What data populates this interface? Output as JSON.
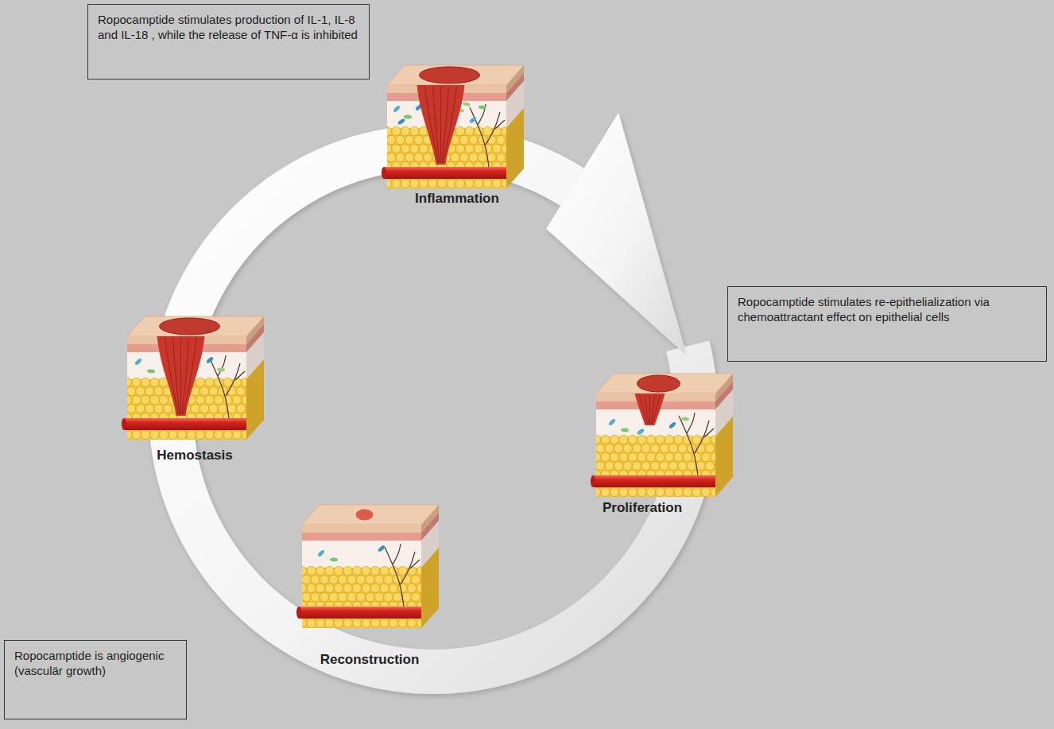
{
  "diagram": {
    "nodes": [
      {
        "text": [
          "Ropocamptide stimulates production of IL-1, IL-8 and IL-18 , while the release of TNF-α is inhibited"
        ]
      },
      {
        "text": [
          "Ropocamptide stimulates re-epithelialization via chemoattractant effect on epithelial cells"
        ]
      },
      {
        "text": [
          "Ropocamptide is angiogenic (vasculär growth)"
        ]
      }
    ],
    "labels": [
      "Inflammation",
      "Hemostasis",
      "Proliferation",
      "Reconstruction"
    ]
  }
}
